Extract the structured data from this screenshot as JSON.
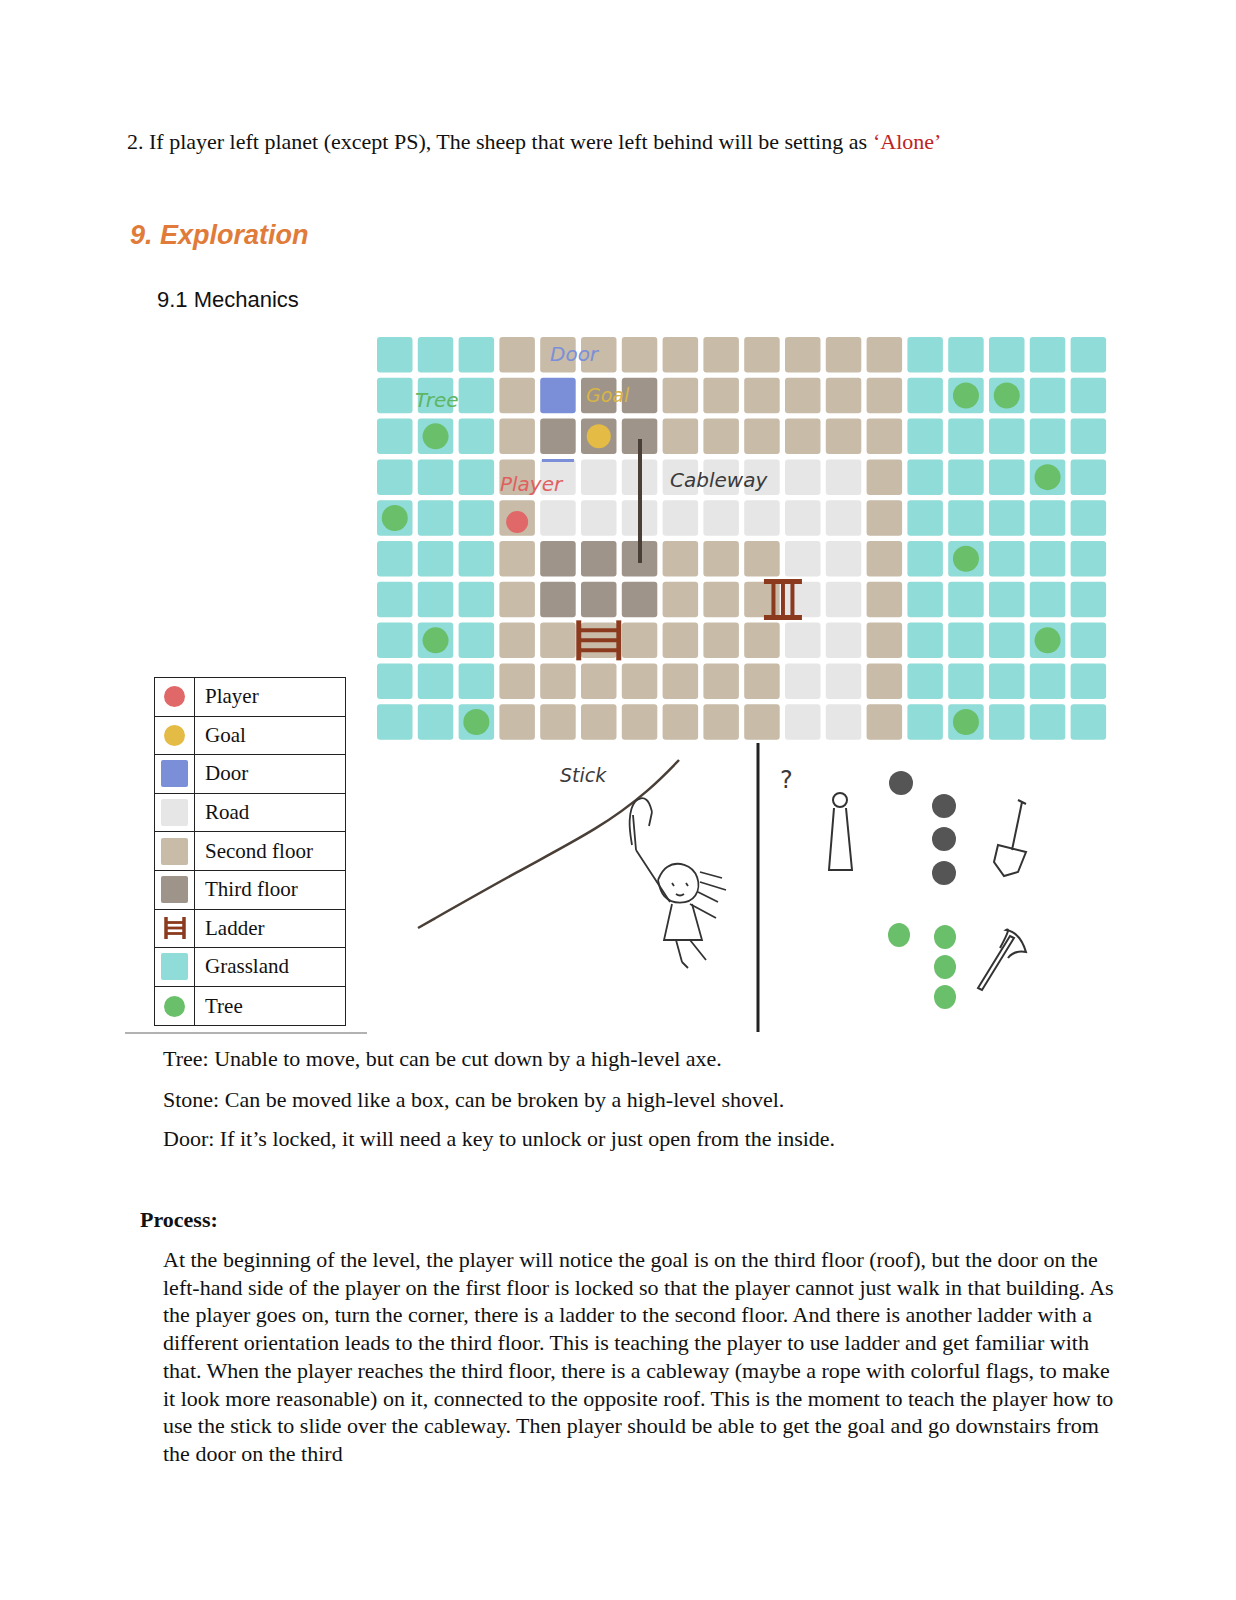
{
  "diagram": {
    "title": "9. Exploration",
    "labels": [
      "2. If player left planet (except PS), The sheep that were left behind will be setting as",
      "‘Alone’",
      "9.1 Mechanics",
      "Door",
      "Goal",
      "Tree",
      "Player",
      "Cableway",
      "Stick",
      "?",
      "Tree: Unable to move, but can be cut down by a high-level axe.",
      "Stone: Can be moved like a box, can be broken by a high-level shovel.",
      "Door: If it’s locked, it will need a key to unlock or just open from the inside.",
      "Process:",
      "At the beginning of the level, the player will notice the goal is on the third floor (roof), but the door on the left-hand side of the player on the first floor is locked so that the player cannot just walk in that building. As the player goes on, turn the corner, there is a ladder to the second floor. And there is another ladder with a different orientation leads to the third floor. This is teaching the player to use ladder and get familiar with that. When the player reaches the third floor, there is a cableway (maybe a rope with colorful flags, to make it look more reasonable) on it, connected to the opposite roof. This is the moment to teach the player how to use the stick to slide over the cableway. Then player should be able to get the goal and go downstairs from the door on the third"
    ],
    "legend": [
      {
        "text": "Player",
        "color": "#e06868"
      },
      {
        "text": "Goal",
        "color": "#e3bb45"
      },
      {
        "text": "Door",
        "color": "#7b8fd8"
      },
      {
        "text": "Road",
        "color": "#e6e6e6"
      },
      {
        "text": "Second floor",
        "color": "#c8bba8"
      },
      {
        "text": "Third floor",
        "color": "#9e948a"
      },
      {
        "text": "Ladder"
      },
      {
        "text": "Grassland",
        "color": "#8fdcd8"
      },
      {
        "text": "Tree",
        "color": "#6abf6a"
      }
    ]
  }
}
